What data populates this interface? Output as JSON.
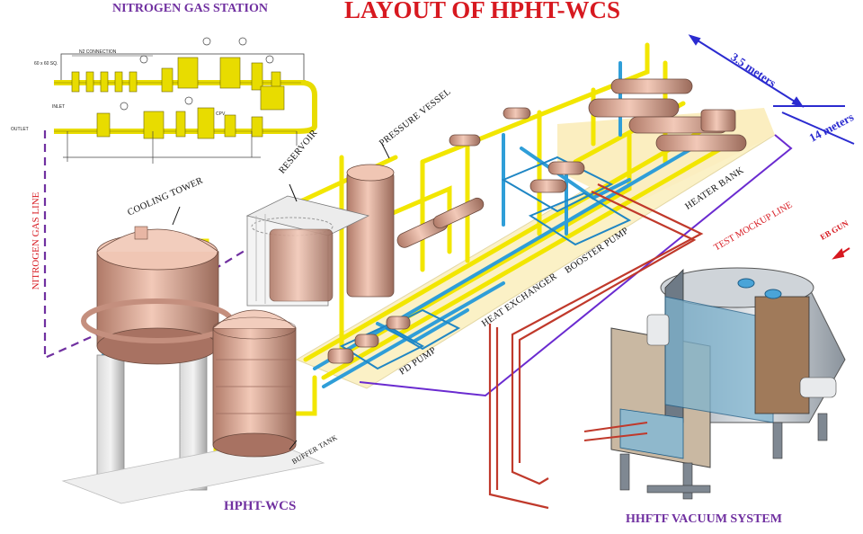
{
  "title": "LAYOUT OF HPHT-WCS",
  "labels": {
    "nitrogen_gas_station": "NITROGEN GAS STATION",
    "nitrogen_gas_line": "NITROGEN GAS LINE",
    "cooling_tower": "COOLING TOWER",
    "reservoir": "RESERVOIR",
    "pressure_vessel": "PRESSURE VESSEL",
    "heater_bank": "HEATER BANK",
    "test_mockup_line": "TEST MOCKUP LINE",
    "eb_gun": "EB GUN",
    "booster_pump": "BOOSTER PUMP",
    "heat_exchanger": "HEAT EXCHANGER",
    "pd_pump": "PD PUMP",
    "buffer_tank": "BUFFER TANK",
    "hpht_wcs": "HPHT-WCS",
    "hhftf_vacuum_system": "HHFTF VACUUM SYSTEM",
    "dim_width": "3.5 meters",
    "dim_length": "14 meters"
  },
  "station_labels": {
    "n2_connection": "N2 CONNECTION",
    "size": "60 x 60 SQ.",
    "inlet": "INLET",
    "outlet": "OUTLET",
    "cpv": "CPV"
  },
  "colors": {
    "title": "#d71920",
    "purple": "#7030a0",
    "pipe_yellow": "#f2e600",
    "pipe_blue": "#2f9ed8",
    "floor": "#fbf1c6",
    "tank": "#e9b8a4",
    "test_line": "#c0392b",
    "dimension_blue": "#2b2bd0"
  }
}
